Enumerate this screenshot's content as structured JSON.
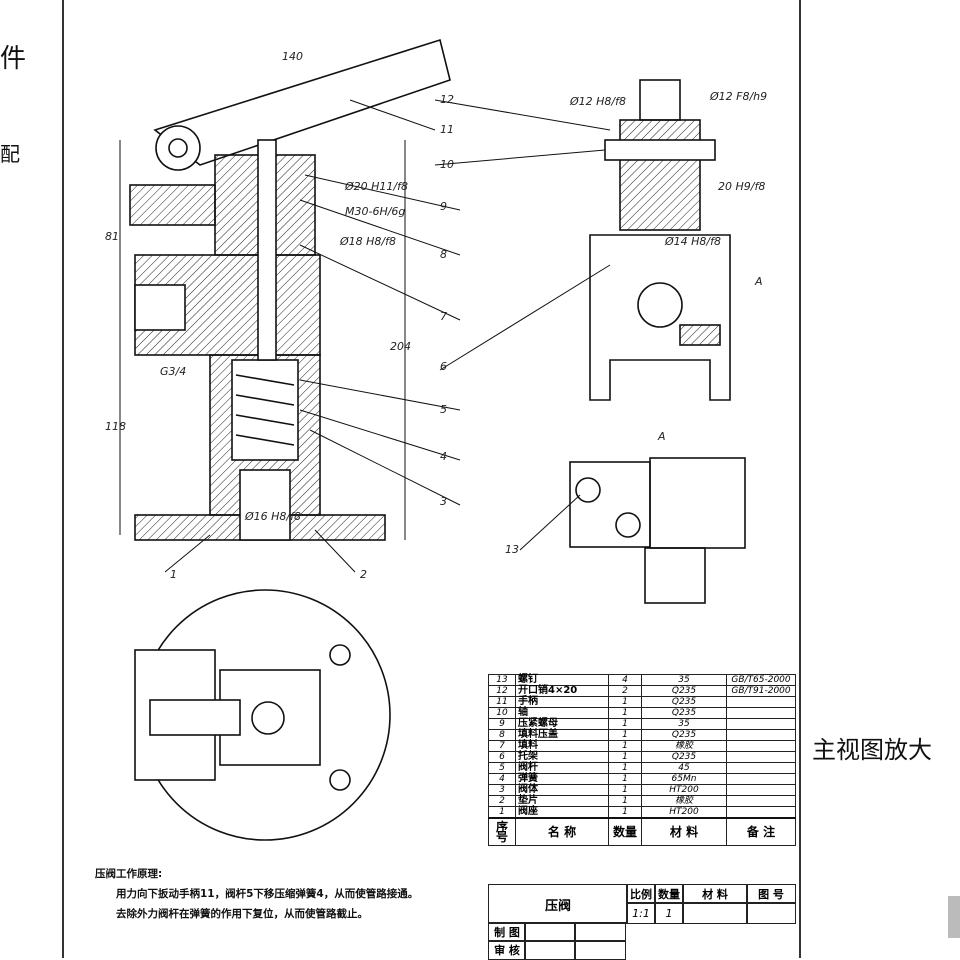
{
  "edge_text": {
    "top": "件",
    "second": "配"
  },
  "caption": "主视图放大",
  "callouts": [
    "1",
    "2",
    "3",
    "4",
    "5",
    "6",
    "7",
    "8",
    "9",
    "10",
    "11",
    "12",
    "13"
  ],
  "view_label": "A",
  "dims": {
    "handle": "140",
    "d1": "81",
    "d2": "118",
    "d3": "204",
    "thread": "G3/4",
    "fit1": "Ø20 H11/f8",
    "fit2": "M30-6H/6g",
    "fit3": "Ø18 H8/f8",
    "fit4": "Ø12 H8/f8",
    "fit5": "Ø12 F8/h9",
    "fit6": "20 H9/f8",
    "fit7": "Ø14 H8/f8",
    "fit8": "Ø16 H8/f8"
  },
  "parts": [
    {
      "no": "13",
      "name": "螺钉",
      "qty": "4",
      "material": "35",
      "note": "GB/T65-2000"
    },
    {
      "no": "12",
      "name": "开口销4×20",
      "qty": "2",
      "material": "Q235",
      "note": "GB/T91-2000"
    },
    {
      "no": "11",
      "name": "手柄",
      "qty": "1",
      "material": "Q235",
      "note": ""
    },
    {
      "no": "10",
      "name": "轴",
      "qty": "1",
      "material": "Q235",
      "note": ""
    },
    {
      "no": "9",
      "name": "压紧螺母",
      "qty": "1",
      "material": "35",
      "note": ""
    },
    {
      "no": "8",
      "name": "填料压盖",
      "qty": "1",
      "material": "Q235",
      "note": ""
    },
    {
      "no": "7",
      "name": "填料",
      "qty": "1",
      "material": "橡胶",
      "note": ""
    },
    {
      "no": "6",
      "name": "托架",
      "qty": "1",
      "material": "Q235",
      "note": ""
    },
    {
      "no": "5",
      "name": "阀杆",
      "qty": "1",
      "material": "45",
      "note": ""
    },
    {
      "no": "4",
      "name": "弹簧",
      "qty": "1",
      "material": "65Mn",
      "note": ""
    },
    {
      "no": "3",
      "name": "阀体",
      "qty": "1",
      "material": "HT200",
      "note": ""
    },
    {
      "no": "2",
      "name": "垫片",
      "qty": "1",
      "material": "橡胶",
      "note": ""
    },
    {
      "no": "1",
      "name": "阀座",
      "qty": "1",
      "material": "HT200",
      "note": ""
    }
  ],
  "headers": {
    "no": "序号",
    "name": "名 称",
    "qty": "数量",
    "material": "材 料",
    "note": "备 注"
  },
  "title_block": {
    "name": "压阀",
    "scale_h": "比例",
    "qty_h": "数量",
    "mat_h": "材 料",
    "dwg_h": "图 号",
    "scale": "1:1",
    "qty": "1",
    "drawn": "制 图",
    "checked": "审 核"
  },
  "notes": {
    "heading": "压阀工作原理:",
    "p1": "用力向下扳动手柄11，阀杆5下移压缩弹簧4，从而使管路接通。",
    "p2": "去除外力阀杆在弹簧的作用下复位，从而使管路截止。"
  }
}
